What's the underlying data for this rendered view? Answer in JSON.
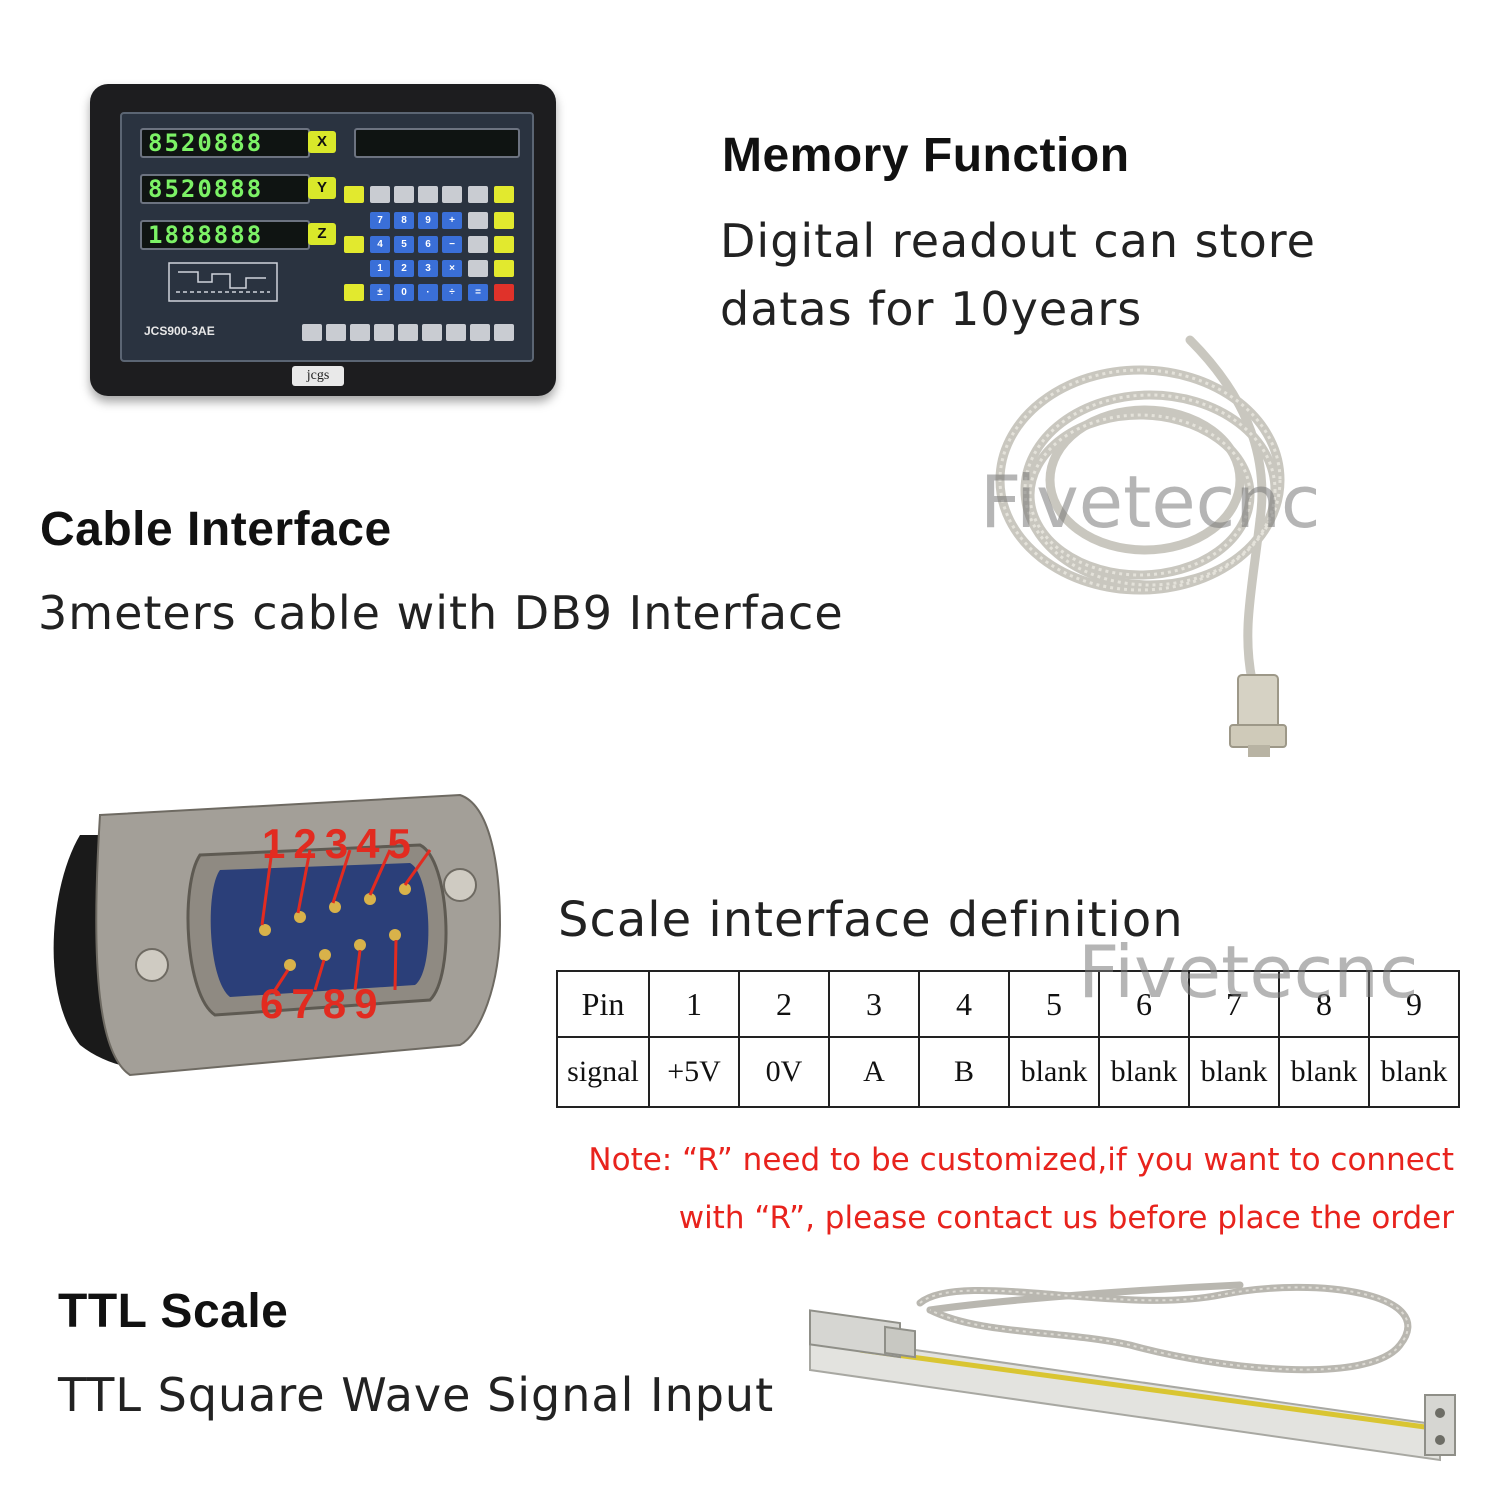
{
  "memory": {
    "title": "Memory Function",
    "desc_line1": "Digital readout can store",
    "desc_line2": "datas for 10years"
  },
  "cable": {
    "title": "Cable Interface",
    "desc": "3meters cable with DB9 Interface"
  },
  "watermark": "Fivetecnc",
  "dro": {
    "model": "JCS900-3AE",
    "brand": "jcgs",
    "readout_x": "8520888",
    "readout_y": "8520888",
    "readout_z": "1888888",
    "axis_x": "X",
    "axis_y": "Y",
    "axis_z": "Z"
  },
  "connector": {
    "pins_top": [
      "1",
      "2",
      "3",
      "4",
      "5"
    ],
    "pins_bottom": [
      "6",
      "7",
      "8",
      "9"
    ]
  },
  "scale_def": {
    "title": "Scale interface definition",
    "row1_label": "Pin",
    "row2_label": "signal",
    "pins": [
      "1",
      "2",
      "3",
      "4",
      "5",
      "6",
      "7",
      "8",
      "9"
    ],
    "signals": [
      "+5V",
      "0V",
      "A",
      "B",
      "blank",
      "blank",
      "blank",
      "blank",
      "blank"
    ]
  },
  "note": {
    "line1": "Note: “R” need to be customized,if you want to connect",
    "line2": "with “R”, please contact us before place the order",
    "color": "#e8231d"
  },
  "ttl": {
    "title": "TTL Scale",
    "desc": "TTL Square Wave Signal Input"
  }
}
